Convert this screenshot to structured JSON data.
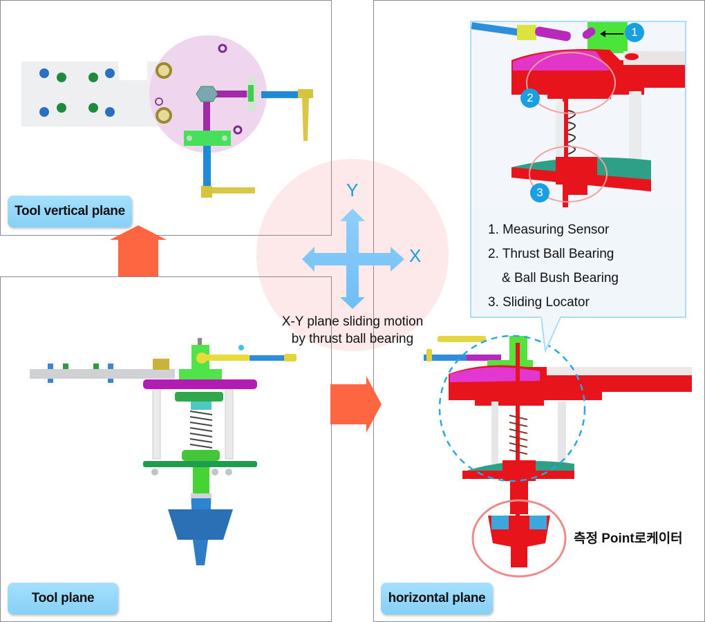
{
  "panels": {
    "vertical": {
      "label": "Tool vertical plane"
    },
    "tool": {
      "label": "Tool plane"
    },
    "horizontal": {
      "label": "horizontal plane"
    }
  },
  "motion": {
    "y_axis_label": "Y",
    "x_axis_label": "X",
    "caption_line1": "X-Y plane sliding motion",
    "caption_line2": "by thrust ball bearing"
  },
  "callout": {
    "badges": [
      "1",
      "2",
      "3"
    ],
    "legend": [
      "1. Measuring Sensor",
      "2. Thrust Ball Bearing",
      "& Ball Bush Bearing",
      "3. Sliding Locator"
    ]
  },
  "annotation": {
    "locator_label": "측정 Point로케이터"
  },
  "colors": {
    "flow_arrow": "#fd6641",
    "axis_arrow": "#80c8fa",
    "badge": "#1aa0e2",
    "label_bg": "#95d7f9",
    "highlight_circle": "#fde9e9"
  }
}
